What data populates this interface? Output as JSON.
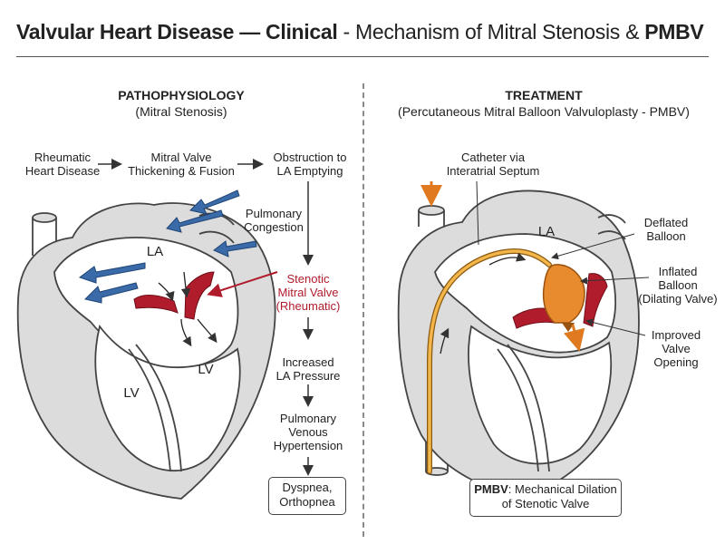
{
  "title": {
    "part1": "Valvular Heart Disease — Clinical",
    "part2": " - Mechanism of Mitral Stenosis & ",
    "part3": "PMBV"
  },
  "left": {
    "heading": "PATHOPHYSIOLOGY",
    "subheading": "(Mitral Stenosis)",
    "flow": {
      "step1": "Rheumatic\nHeart Disease",
      "step2": "Mitral Valve\nThickening & Fusion",
      "step3": "Obstruction to\nLA Emptying",
      "congestion": "Pulmonary\nCongestion",
      "valve": "Stenotic\nMitral Valve\n(Rheumatic)",
      "pressure": "Increased\nLA Pressure",
      "hypertension": "Pulmonary\nVenous\nHypertension",
      "symptoms": "Dyspnea,\nOrthopnea"
    },
    "la_label": "LA",
    "lv_label": "LV",
    "lv_label_2": "LV"
  },
  "right": {
    "heading": "TREATMENT",
    "subheading": "(Percutaneous Mitral Balloon Valvuloplasty - PMBV)",
    "catheter": "Catheter via\nInteratrial Septum",
    "la_label": "LA",
    "deflated": "Deflated\nBalloon",
    "inflated": "Inflated\nBalloon\n(Dilating Valve)",
    "improved": "Improved\nValve\nOpening",
    "summary_bold": "PMBV",
    "summary_rest": ": Mechanical Dilation\nof Stenotic Valve"
  },
  "colors": {
    "heart_fill": "#dcdcdc",
    "outline": "#444444",
    "valve_red": "#b01c2c",
    "flow_blue": "#3a6aa8",
    "balloon_orange": "#e88a2e",
    "catheter_yellow": "#f3b64a"
  }
}
